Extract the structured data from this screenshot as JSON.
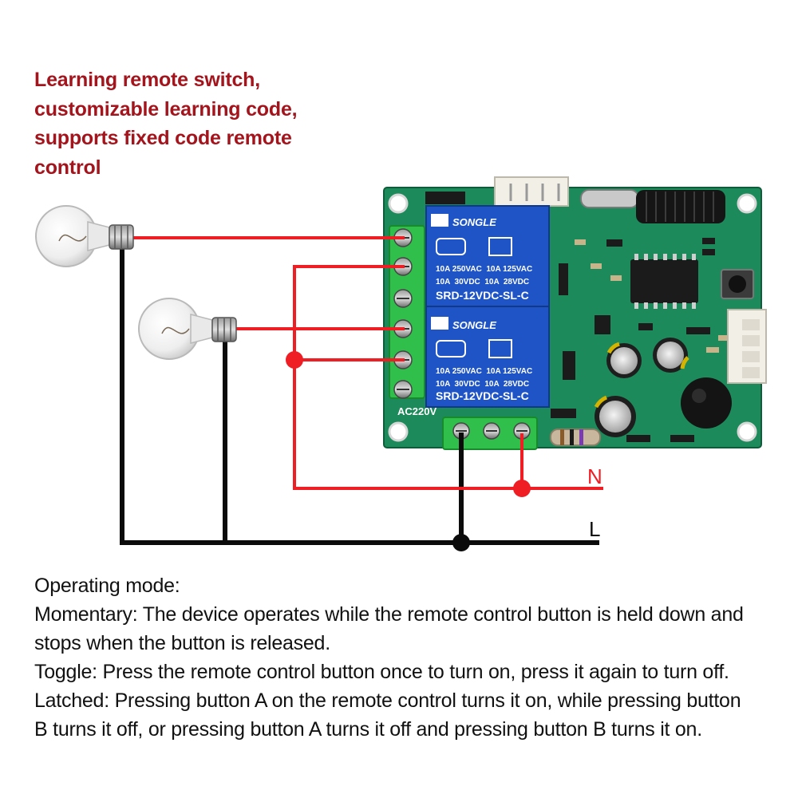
{
  "headline": {
    "lines": [
      "Learning remote switch,",
      "customizable learning code,",
      "supports fixed code remote",
      "control"
    ]
  },
  "wiring": {
    "neutral_label": "N",
    "line_label": "L",
    "neutral_color": "#ef1d24",
    "line_color": "#0b0b0b"
  },
  "board": {
    "pcb_color": "#1c8a5a",
    "power_label": "AC220V",
    "relays": [
      {
        "brand": "SONGLE",
        "rating_1": "10A 250VAC  10A 125VAC",
        "rating_2": "10A  30VDC  10A  28VDC",
        "model": "SRD-12VDC-SL-C"
      },
      {
        "brand": "SONGLE",
        "rating_1": "10A 250VAC  10A 125VAC",
        "rating_2": "10A  30VDC  10A  28VDC",
        "model": "SRD-12VDC-SL-C"
      }
    ]
  },
  "footer": {
    "lines": [
      "Operating mode:",
      "Momentary: The device operates while the remote control button is held down and",
      "stops when the button is released.",
      "Toggle: Press the remote control button once to turn on, press it again to turn off.",
      "Latched: Pressing button A on the remote control turns it on, while pressing button",
      "B turns it off, or pressing button A turns it off and pressing button B turns it on."
    ]
  }
}
